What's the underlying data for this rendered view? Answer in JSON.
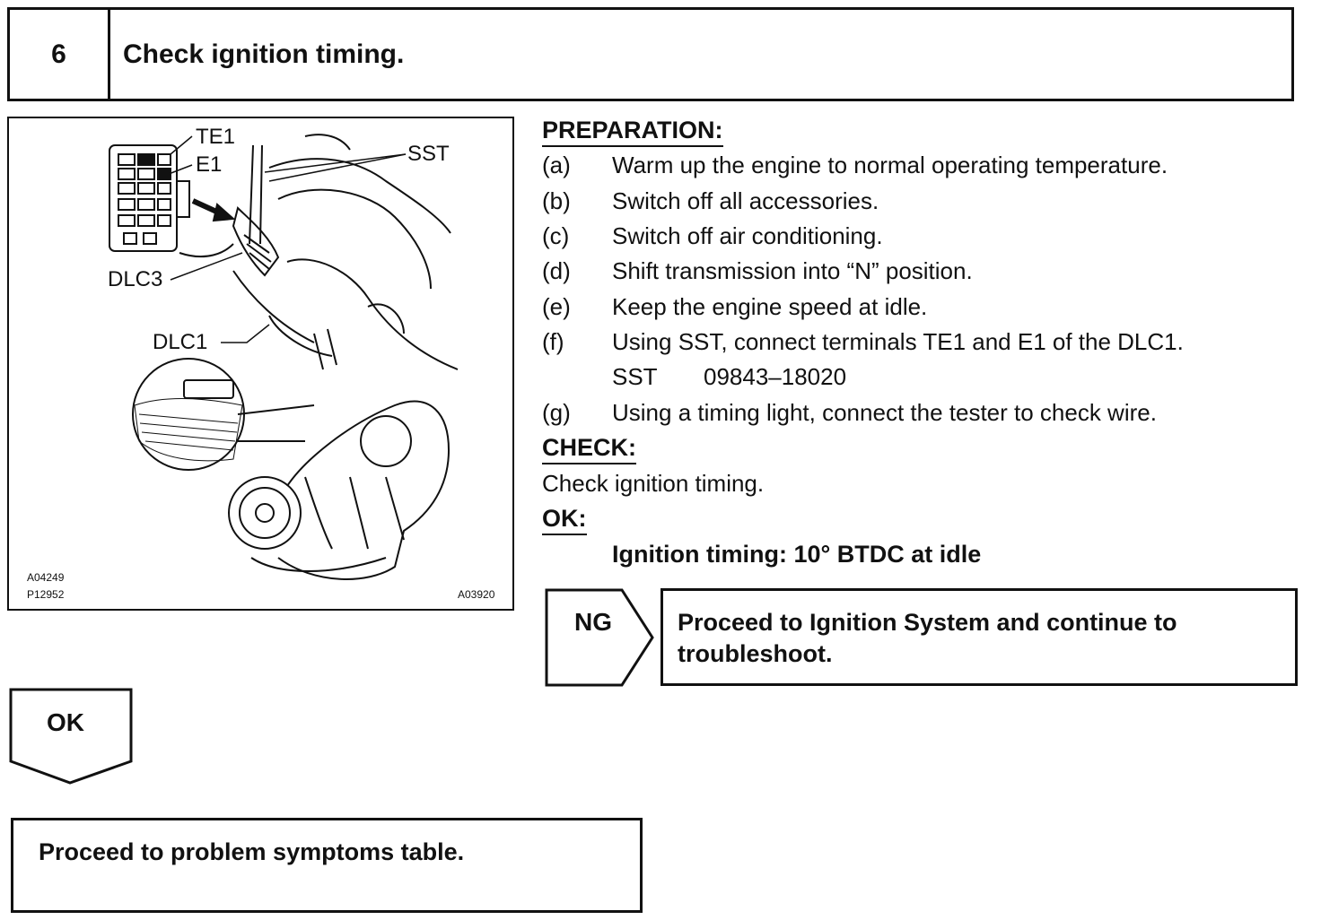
{
  "step": {
    "number": "6",
    "title": "Check ignition timing."
  },
  "figure": {
    "labels": {
      "te1": "TE1",
      "e1": "E1",
      "sst": "SST",
      "dlc3": "DLC3",
      "dlc1": "DLC1"
    },
    "codes": {
      "code1": "A04249",
      "code2": "P12952",
      "code3": "A03920"
    }
  },
  "preparation": {
    "heading": "PREPARATION:",
    "steps": [
      {
        "label": "(a)",
        "text": "Warm up the engine to normal operating temperature."
      },
      {
        "label": "(b)",
        "text": "Switch off all accessories."
      },
      {
        "label": "(c)",
        "text": "Switch off air conditioning."
      },
      {
        "label": "(d)",
        "text": "Shift transmission into “N” position."
      },
      {
        "label": "(e)",
        "text": "Keep the engine speed at idle."
      },
      {
        "label": "(f)",
        "text": "Using SST, connect terminals TE1 and E1 of the DLC1."
      },
      {
        "label": "(g)",
        "text": "Using a timing light, connect the tester to check wire."
      }
    ],
    "sst_label": "SST",
    "sst_number": "09843–18020"
  },
  "check": {
    "heading": "CHECK:",
    "text": "Check ignition timing."
  },
  "ok_section": {
    "heading": "OK:",
    "spec": "Ignition timing: 10° BTDC at idle"
  },
  "ng": {
    "label": "NG",
    "text": "Proceed to Ignition System and continue to troubleshoot."
  },
  "ok": {
    "label": "OK"
  },
  "result": {
    "text": "Proceed to problem symptoms table."
  }
}
